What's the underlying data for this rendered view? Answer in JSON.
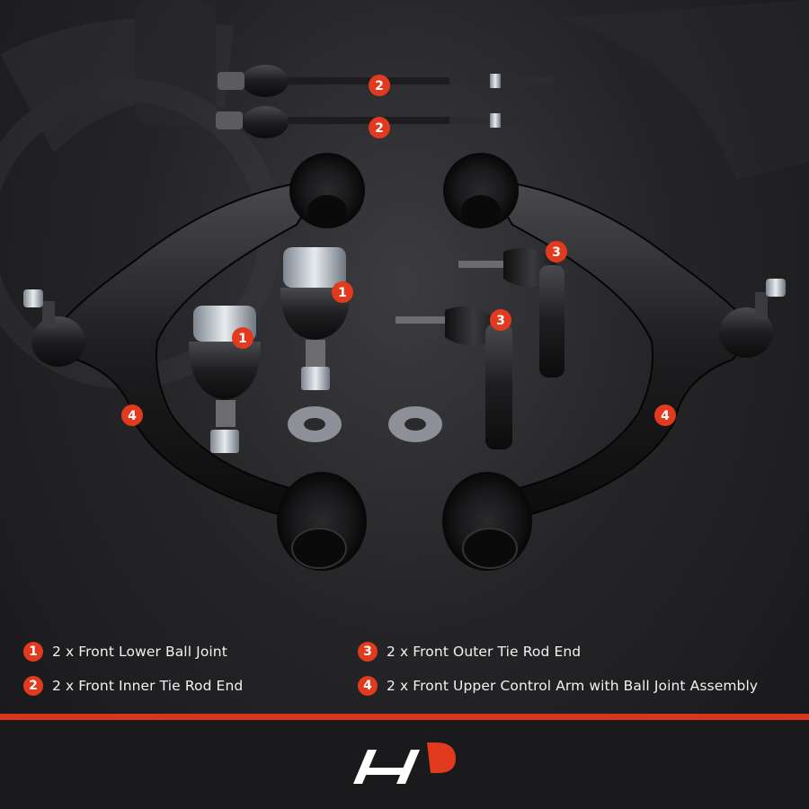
{
  "callout_numbers": [
    "1",
    "2",
    "3",
    "4"
  ],
  "legend": [
    {
      "number": "1",
      "text": "2 x Front Lower Ball Joint"
    },
    {
      "number": "2",
      "text": "2 x Front Inner Tie Rod End"
    },
    {
      "number": "3",
      "text": "2 x Front Outer Tie Rod End"
    },
    {
      "number": "4",
      "text": "2 x Front Upper Control Arm with Ball Joint Assembly"
    }
  ],
  "colors": {
    "accent": "#e23a1e",
    "background": "#1c1c1e",
    "text": "#f2f2f2"
  },
  "logo_name": "brand-logo"
}
